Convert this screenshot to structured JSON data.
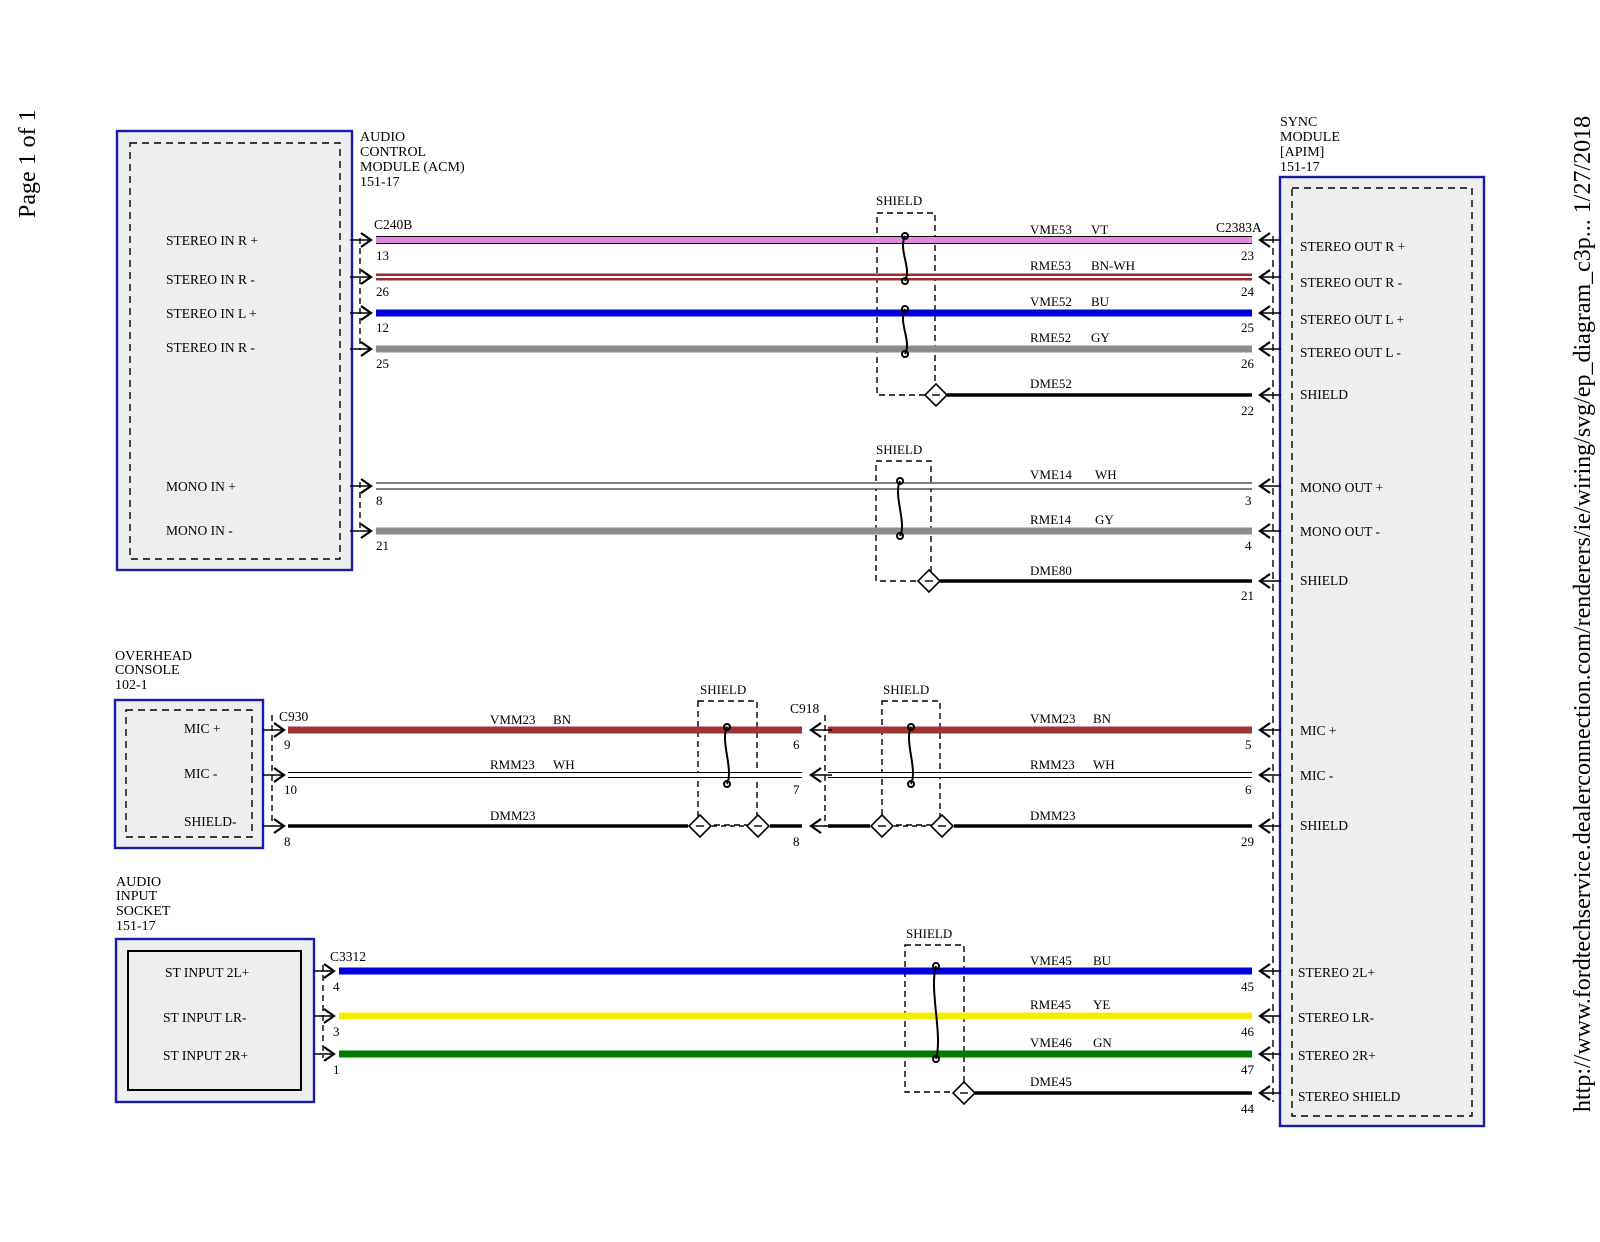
{
  "page_label": "Page 1 of 1",
  "url_footer": "http://www.fordtechservice.dealerconnection.com/renderers/ie/wiring/svg/ep_diagram_c3p...    1/27/2018",
  "shield_label": "SHIELD",
  "colors": {
    "VT": "#e28be0",
    "BN-WH": "#9b2c2c",
    "BU": "#0000dd",
    "GY": "#8c8c8c",
    "WH": "#ffffff",
    "BN": "#a33434",
    "YE": "#f2ee00",
    "GN": "#007a00",
    "black": "#000000",
    "box_blue": "#1a1aa8",
    "box_fill": "#eeeeee"
  },
  "components": {
    "acm": {
      "lines": [
        "AUDIO",
        "CONTROL",
        "MODULE (ACM)",
        "151-17"
      ],
      "connector": "C240B",
      "pins": [
        "STEREO IN R +",
        "STEREO IN R -",
        "STEREO IN L +",
        "STEREO IN R -",
        "MONO IN +",
        "MONO IN -"
      ]
    },
    "apim": {
      "lines": [
        "SYNC",
        "MODULE",
        "[APIM]",
        "151-17"
      ],
      "connector": "C2383A",
      "pins": [
        "STEREO OUT R +",
        "STEREO OUT R -",
        "STEREO OUT L +",
        "STEREO OUT L -",
        "SHIELD",
        "MONO OUT +",
        "MONO OUT -",
        "SHIELD",
        "MIC +",
        "MIC -",
        "SHIELD",
        "STEREO 2L+",
        "STEREO LR-",
        "STEREO 2R+",
        "STEREO SHIELD"
      ]
    },
    "overhead": {
      "lines": [
        "OVERHEAD",
        "CONSOLE",
        "102-1"
      ],
      "connector": "C930",
      "pins": [
        "MIC +",
        "MIC -",
        "SHIELD-"
      ]
    },
    "audio_input": {
      "lines": [
        "AUDIO",
        "INPUT",
        "SOCKET",
        "151-17"
      ],
      "connector": "C3312",
      "pins": [
        "ST INPUT 2L+",
        "ST INPUT LR-",
        "ST INPUT 2R+"
      ]
    }
  },
  "inline_connector": "C918",
  "wires": [
    {
      "circuit": "VME53",
      "color": "VT",
      "left_pin": "13",
      "right_pin": "23"
    },
    {
      "circuit": "RME53",
      "color": "BN-WH",
      "left_pin": "26",
      "right_pin": "24"
    },
    {
      "circuit": "VME52",
      "color": "BU",
      "left_pin": "12",
      "right_pin": "25"
    },
    {
      "circuit": "RME52",
      "color": "GY",
      "left_pin": "25",
      "right_pin": "26"
    },
    {
      "circuit": "DME52",
      "color": "",
      "left_pin": "",
      "right_pin": "22"
    },
    {
      "circuit": "VME14",
      "color": "WH",
      "left_pin": "8",
      "right_pin": "3"
    },
    {
      "circuit": "RME14",
      "color": "GY",
      "left_pin": "21",
      "right_pin": "4"
    },
    {
      "circuit": "DME80",
      "color": "",
      "left_pin": "",
      "right_pin": "21"
    },
    {
      "circuit": "VMM23",
      "color": "BN",
      "left_pin": "9",
      "mid_left_pin": "6",
      "right_pin": "5"
    },
    {
      "circuit": "RMM23",
      "color": "WH",
      "left_pin": "10",
      "mid_left_pin": "7",
      "right_pin": "6"
    },
    {
      "circuit": "DMM23",
      "color": "",
      "left_pin": "8",
      "mid_left_pin": "8",
      "right_pin": "29"
    },
    {
      "circuit": "VME45",
      "color": "BU",
      "left_pin": "4",
      "right_pin": "45"
    },
    {
      "circuit": "RME45",
      "color": "YE",
      "left_pin": "3",
      "right_pin": "46"
    },
    {
      "circuit": "VME46",
      "color": "GN",
      "left_pin": "1",
      "right_pin": "47"
    },
    {
      "circuit": "DME45",
      "color": "",
      "left_pin": "",
      "right_pin": "44"
    }
  ]
}
